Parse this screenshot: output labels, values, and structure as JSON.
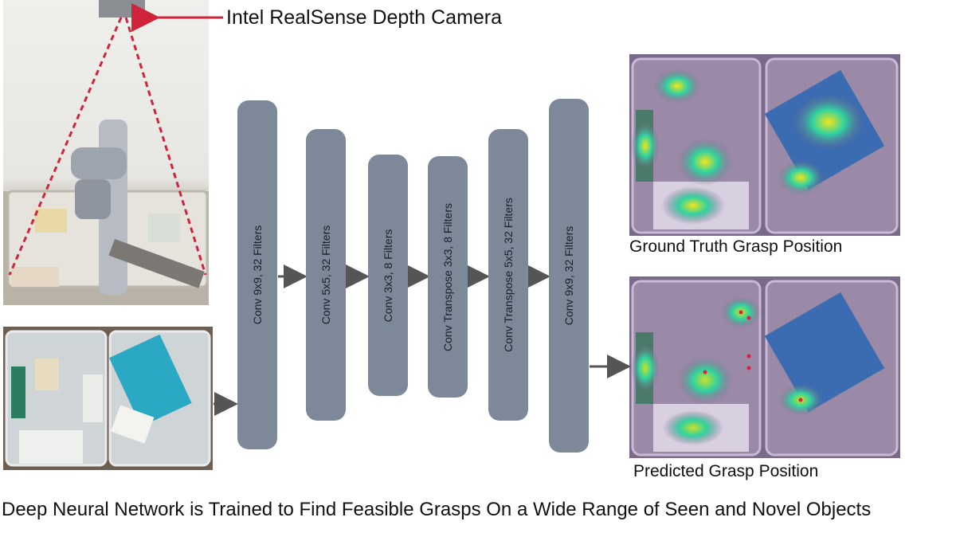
{
  "camera_label": "Intel RealSense Depth Camera",
  "layers": [
    {
      "label": "Conv 9x9, 32 Filters"
    },
    {
      "label": "Conv 5x5, 32 Filters"
    },
    {
      "label": "Conv 3x3, 8 Filters"
    },
    {
      "label": "Conv Transpose 3x3, 8 Filters"
    },
    {
      "label": "Conv Transpose 5x5, 32 Filters"
    },
    {
      "label": "Conv 9x9, 32 Filters"
    }
  ],
  "ground_truth_caption": "Ground Truth Grasp Position",
  "predicted_caption": "Predicted Grasp Position",
  "bottom_caption": "Deep Neural Network is Trained to Find Feasible Grasps On a Wide Range of Seen and Novel Objects",
  "colors": {
    "block": "#7d8898",
    "arrow": "#555555",
    "camera_arrow": "#d0243a",
    "heatmap_hot": "#f2e51a",
    "heatmap_mid": "#2fd3a0",
    "heatmap_cool": "#7a6a8a"
  }
}
